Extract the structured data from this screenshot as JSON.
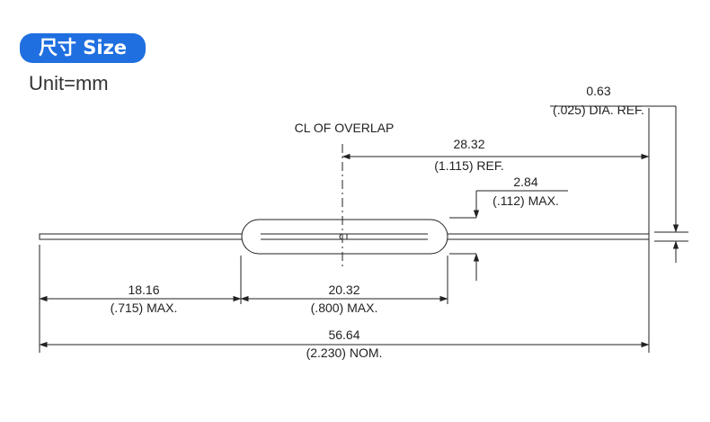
{
  "header": {
    "title": "尺寸 Size",
    "unit": "Unit=mm"
  },
  "annotations": {
    "overlap_label": "CL OF OVERLAP"
  },
  "dimensions": {
    "wire_dia": {
      "mm": "0.63",
      "inch": "(.025) DIA. REF."
    },
    "overlap_to_end": {
      "mm": "28.32",
      "inch": "(1.115) REF."
    },
    "glass_dia": {
      "mm": "2.84",
      "inch": "(.112) MAX."
    },
    "left_lead": {
      "mm": "18.16",
      "inch": "(.715) MAX."
    },
    "glass_length": {
      "mm": "20.32",
      "inch": "(.800) MAX."
    },
    "overall_length": {
      "mm": "56.64",
      "inch": "(2.230) NOM."
    }
  },
  "colors": {
    "badge": "#1f6fe0",
    "line": "#222222"
  }
}
